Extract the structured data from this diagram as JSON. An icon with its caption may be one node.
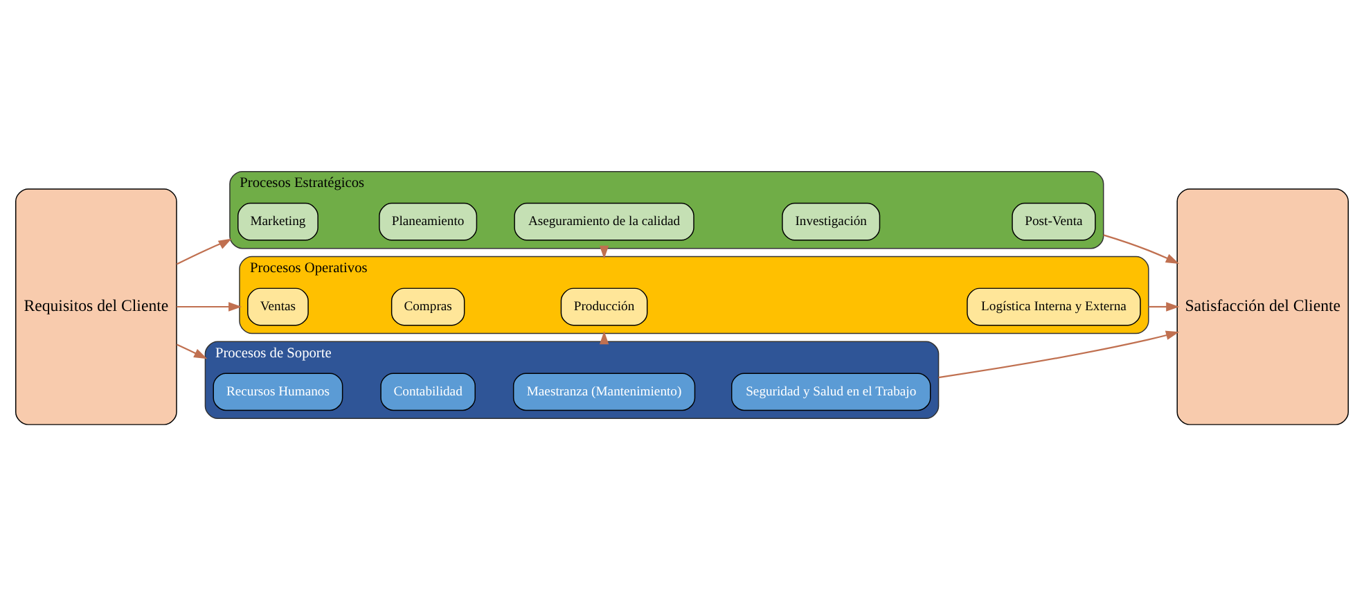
{
  "diagram": {
    "nodes": [
      {
        "text": [
          "Requisitos del Cliente"
        ]
      },
      {
        "text": [
          "Procesos Estratégicos"
        ]
      },
      {
        "text": [
          "Marketing"
        ],
        "in": 1
      },
      {
        "text": [
          "Planeamiento"
        ],
        "in": 1
      },
      {
        "text": [
          "Aseguramiento de la calidad"
        ],
        "in": 1
      },
      {
        "text": [
          "Investigación"
        ],
        "in": 1
      },
      {
        "text": [
          "Post-Venta"
        ],
        "in": 1
      },
      {
        "text": [
          "Procesos Operativos"
        ]
      },
      {
        "text": [
          "Ventas"
        ],
        "in": 7
      },
      {
        "text": [
          "Compras"
        ],
        "in": 7
      },
      {
        "text": [
          "Producción"
        ],
        "in": 7
      },
      {
        "text": [
          "Logística Interna y Externa"
        ],
        "in": 7
      },
      {
        "text": [
          "Procesos de Soporte"
        ]
      },
      {
        "text": [
          "Recursos Humanos"
        ],
        "in": 12
      },
      {
        "text": [
          "Contabilidad"
        ],
        "in": 12
      },
      {
        "text": [
          "Maestranza (Mantenimiento)"
        ],
        "in": 12
      },
      {
        "text": [
          "Seguridad y Salud en el Trabajo"
        ],
        "in": 12
      },
      {
        "text": [
          "Satisfacción del Cliente"
        ]
      }
    ],
    "edges": [
      {
        "from": 0,
        "to": 1,
        "arrow": "to"
      },
      {
        "from": 0,
        "to": 7,
        "arrow": "to"
      },
      {
        "from": 0,
        "to": 12,
        "arrow": "to"
      },
      {
        "from": 1,
        "to": 7,
        "arrow": "to"
      },
      {
        "from": 12,
        "to": 7,
        "arrow": "to"
      },
      {
        "from": 1,
        "to": 17,
        "arrow": "to"
      },
      {
        "from": 7,
        "to": 17,
        "arrow": "to"
      },
      {
        "from": 12,
        "to": 17,
        "arrow": "to"
      }
    ]
  }
}
